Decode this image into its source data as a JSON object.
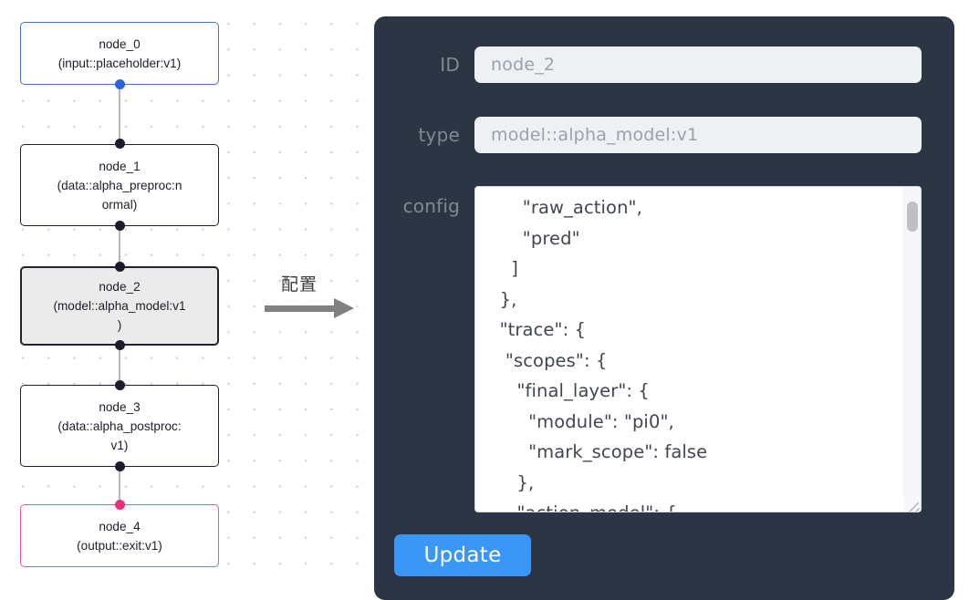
{
  "graph": {
    "nodes": [
      {
        "id": "node_0",
        "title": "node_0",
        "subtitle": "(input::placeholder:v1)",
        "style": "blue-node",
        "port_top": null,
        "port_bottom": "blue"
      },
      {
        "id": "node_1",
        "title": "node_1",
        "subtitle": "(data::alpha_preproc:n\normal)",
        "style": "plain",
        "port_top": "dark",
        "port_bottom": "dark"
      },
      {
        "id": "node_2",
        "title": "node_2",
        "subtitle": "(model::alpha_model:v1\n)",
        "style": "selected",
        "port_top": "dark",
        "port_bottom": "dark"
      },
      {
        "id": "node_3",
        "title": "node_3",
        "subtitle": "(data::alpha_postproc:\nv1)",
        "style": "plain",
        "port_top": "dark",
        "port_bottom": "dark"
      },
      {
        "id": "node_4",
        "title": "node_4",
        "subtitle": "(output::exit:v1)",
        "style": "pink-node",
        "port_top": "pink",
        "port_bottom": null
      }
    ],
    "colors": {
      "selected_fill": "#ebebeb",
      "input_border": "#4a6fd0",
      "output_border": "#e0589b",
      "edge": "#b7b7bd",
      "port_dark": "#1b1b2b",
      "port_blue": "#2f63d6",
      "port_pink": "#ec2d7e"
    }
  },
  "annotation": {
    "label": "配置",
    "arrow_color": "#808080",
    "arrow_icon": "right-arrow-icon"
  },
  "panel": {
    "background": "#2c3544",
    "fields": {
      "id": {
        "label": "ID",
        "value": "node_2"
      },
      "type": {
        "label": "type",
        "value": "model::alpha_model:v1"
      },
      "config": {
        "label": "config",
        "value": "      \"raw_action\",\n      \"pred\"\n    ]\n  },\n  \"trace\": {\n   \"scopes\": {\n     \"final_layer\": {\n       \"module\": \"pi0\",\n       \"mark_scope\": false\n     },\n     \"action_model\": {"
      }
    },
    "update_button": {
      "label": "Update",
      "color": "#3b97f5"
    },
    "scrollbar": {
      "thumb_color": "#bfbfc4"
    }
  }
}
